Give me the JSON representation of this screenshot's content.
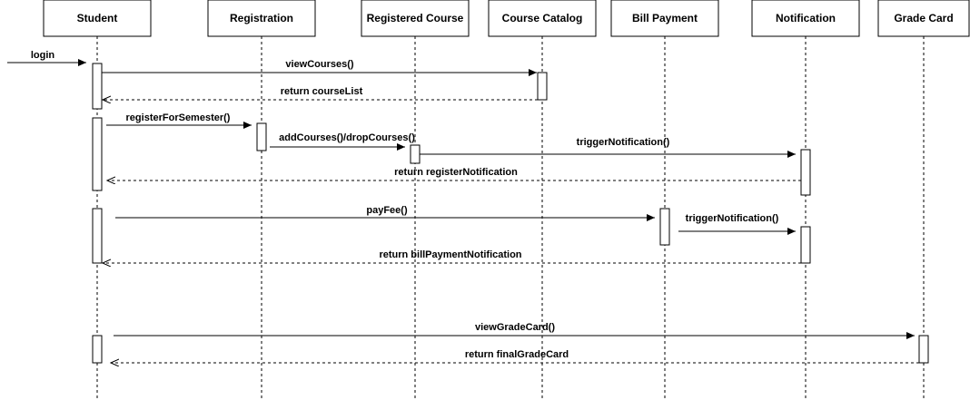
{
  "diagram": {
    "lifelines": [
      {
        "id": "student",
        "label": "Student"
      },
      {
        "id": "registration",
        "label": "Registration"
      },
      {
        "id": "registered_course",
        "label": "Registered Course"
      },
      {
        "id": "course_catalog",
        "label": "Course Catalog"
      },
      {
        "id": "bill_payment",
        "label": "Bill Payment"
      },
      {
        "id": "notification",
        "label": "Notification"
      },
      {
        "id": "grade_card",
        "label": "Grade Card"
      }
    ],
    "messages": [
      {
        "label": "login",
        "from": null,
        "to": "student",
        "kind": "call"
      },
      {
        "label": "viewCourses()",
        "from": "student",
        "to": "course_catalog",
        "kind": "call"
      },
      {
        "label": "return courseList",
        "from": "course_catalog",
        "to": "student",
        "kind": "return"
      },
      {
        "label": "registerForSemester()",
        "from": "student",
        "to": "registration",
        "kind": "call"
      },
      {
        "label": "addCourses()/dropCourses()",
        "from": "registration",
        "to": "registered_course",
        "kind": "call"
      },
      {
        "label": "triggerNotification()",
        "from": "registered_course",
        "to": "notification",
        "kind": "call"
      },
      {
        "label": "return registerNotification",
        "from": "notification",
        "to": "student",
        "kind": "return"
      },
      {
        "label": "payFee()",
        "from": "student",
        "to": "bill_payment",
        "kind": "call"
      },
      {
        "label": "triggerNotification()",
        "from": "bill_payment",
        "to": "notification",
        "kind": "call"
      },
      {
        "label": "return billPaymentNotification",
        "from": "notification",
        "to": "student",
        "kind": "return"
      },
      {
        "label": "viewGradeCard()",
        "from": "student",
        "to": "grade_card",
        "kind": "call"
      },
      {
        "label": "return finalGradeCard",
        "from": "grade_card",
        "to": "student",
        "kind": "return"
      }
    ]
  }
}
